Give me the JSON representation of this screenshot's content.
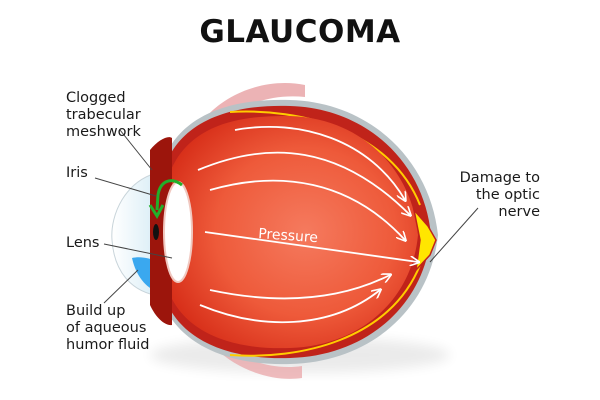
{
  "title": "GLAUCOMA",
  "labels": {
    "clogged": [
      "Clogged",
      "trabecular",
      "meshwork"
    ],
    "iris": [
      "Iris"
    ],
    "lens": [
      "Lens"
    ],
    "buildup": [
      "Build up",
      "of aqueous",
      "humor fluid"
    ],
    "damage": [
      "Damage to",
      "the optic",
      "nerve"
    ],
    "pressure": "Pressure"
  },
  "colors": {
    "eye_red": "#e8321c",
    "eye_dark_red": "#a81a0e",
    "sclera_gray": "#b9c2c6",
    "optic_yellow": "#ffe600",
    "aqueous_blue": "#3aa8ef",
    "flow_green": "#22b02a",
    "muscle_pink": "#e9a6a8"
  }
}
